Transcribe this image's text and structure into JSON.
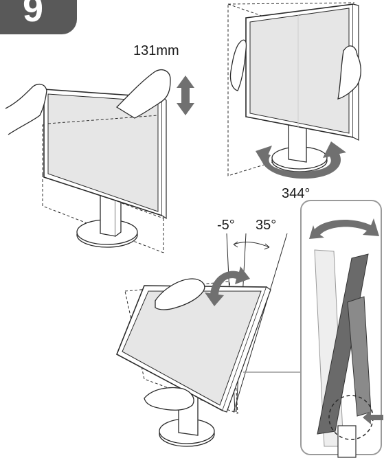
{
  "step": {
    "number": "9"
  },
  "height_adjust": {
    "value": "131mm"
  },
  "swivel": {
    "value": "344°"
  },
  "tilt": {
    "forward": "-5°",
    "backward": "35°"
  },
  "colors": {
    "outline": "#2a2a2a",
    "screen_fill": "#e6e6e6",
    "screen_light": "#eeeeee",
    "arrow_gray": "#707070",
    "badge": "#595959",
    "inset_dark": "#6a6a6a"
  },
  "icons": [
    "hand-icon",
    "double-vertical-arrow-icon",
    "rotation-arrow-icon",
    "curved-double-arrow-icon",
    "push-arrow-icon"
  ]
}
